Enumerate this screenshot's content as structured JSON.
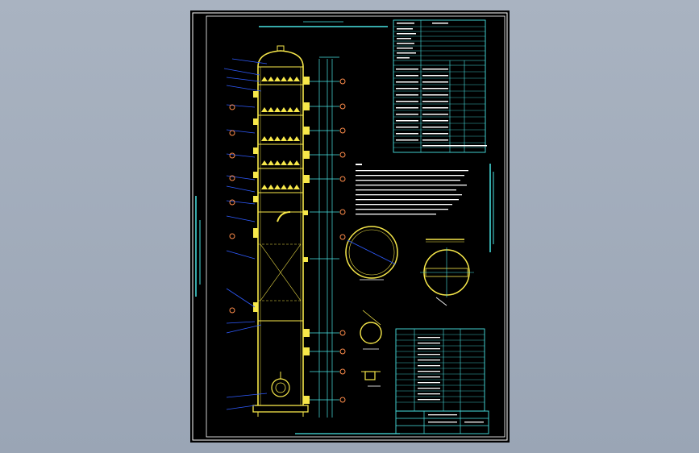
{
  "viewport": {
    "background": "#a3adbb",
    "drawing_background": "#000000"
  },
  "drawing": {
    "colors": {
      "frame": "#ffffff",
      "vessel": "#f7e84a",
      "leader": "#2f5bff",
      "nozzle_circle": "#ff8c4a",
      "dimension": "#49e3e3",
      "notes": "#ffffff",
      "table_lines": "#49e3e3",
      "table_text": "#ffffff"
    },
    "icons": {
      "title_block": "table-grid",
      "notes": "text-block",
      "section_views": "circle-section"
    }
  }
}
